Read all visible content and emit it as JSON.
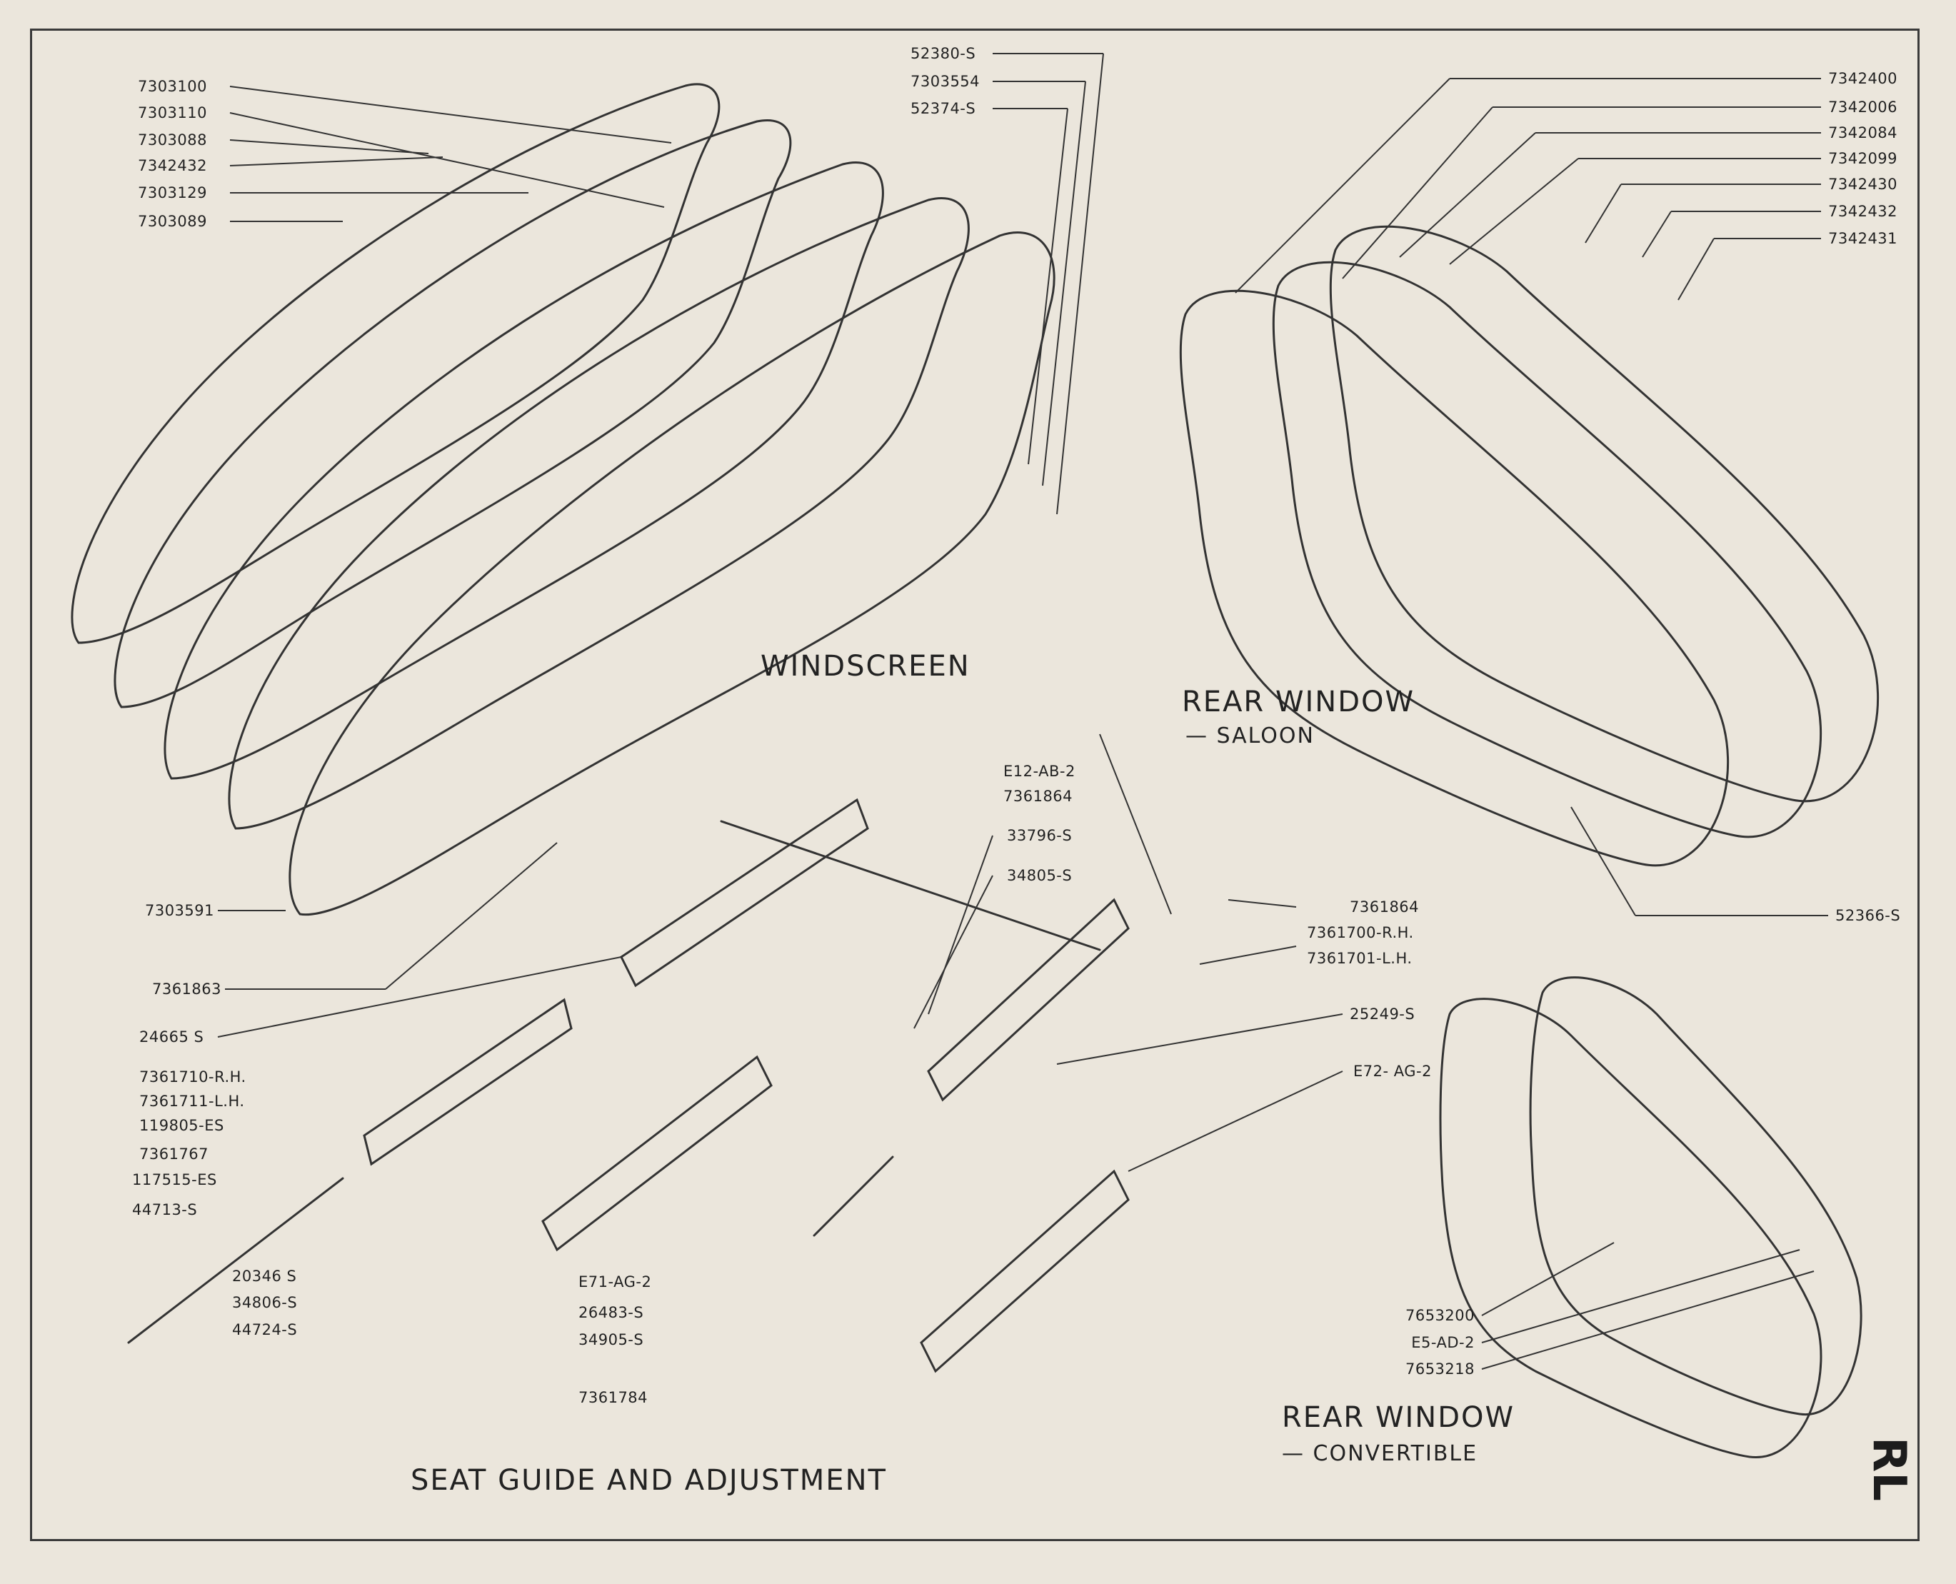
{
  "sections": {
    "windscreen": "WINDSCREEN",
    "rear_saloon": "REAR WINDOW",
    "rear_saloon_sub": "— SALOON",
    "rear_convertible": "REAR WINDOW",
    "rear_convertible_sub": "— CONVERTIBLE",
    "seat_guide": "SEAT GUIDE AND ADJUSTMENT"
  },
  "corner_mark": "RL",
  "windscreen_parts": [
    "7303100",
    "7303110",
    "7303088",
    "7342432",
    "7303129",
    "7303089"
  ],
  "windscreen_right_parts": [
    "52380-S",
    "7303554",
    "52374-S"
  ],
  "saloon_parts": [
    "7342400",
    "7342006",
    "7342084",
    "7342099",
    "7342430",
    "7342432",
    "7342431"
  ],
  "saloon_bottom_part": "52366-S",
  "seat_parts": {
    "p7303591": "7303591",
    "p7361863": "7361863",
    "p24665": "24665 S",
    "p7361710": "7361710-R.H.",
    "p7361711": "7361711-L.H.",
    "p119805": "119805-ES",
    "p7361767": "7361767",
    "p117515": "117515-ES",
    "p44713": "44713-S",
    "p20346": "20346 S",
    "p34806": "34806-S",
    "p44724": "44724-S",
    "pE71": "E71-AG-2",
    "p26483": "26483-S",
    "p34905": "34905-S",
    "p7361784": "7361784",
    "pE12": "E12-AB-2",
    "p7361864a": "7361864",
    "p33796": "33796-S",
    "p34805": "34805-S",
    "p7361864b": "7361864",
    "p7361700": "7361700-R.H.",
    "p7361701": "7361701-L.H.",
    "p25249": "25249-S",
    "pE72": "E72- AG-2"
  },
  "convertible_parts": [
    "7653200",
    "E5-AD-2",
    "7653218"
  ]
}
